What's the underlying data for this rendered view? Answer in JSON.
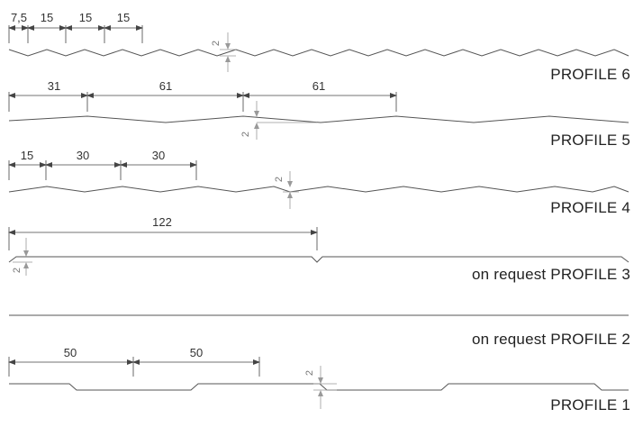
{
  "profiles": [
    {
      "label": "PROFILE 6",
      "dimensions": [
        "7,5",
        "15",
        "15",
        "15"
      ],
      "depth": "2"
    },
    {
      "label": "PROFILE 5",
      "dimensions": [
        "31",
        "61",
        "61"
      ],
      "depth": "2"
    },
    {
      "label": "PROFILE 4",
      "dimensions": [
        "15",
        "30",
        "30"
      ],
      "depth": "2"
    },
    {
      "label": "on request PROFILE 3",
      "dimensions": [
        "122"
      ],
      "depth": "2"
    },
    {
      "label": "on request PROFILE 2",
      "dimensions": [],
      "depth": ""
    },
    {
      "label": "PROFILE 1",
      "dimensions": [
        "50",
        "50"
      ],
      "depth": "2"
    }
  ]
}
